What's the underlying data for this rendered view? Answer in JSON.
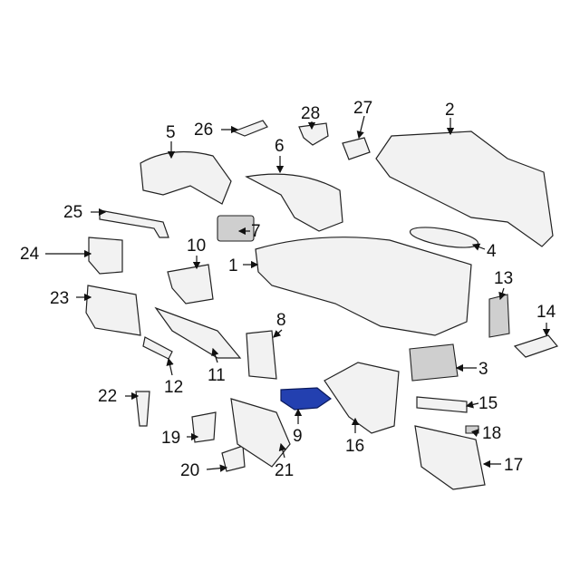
{
  "diagram": {
    "callouts": {
      "c1": "1",
      "c2": "2",
      "c3": "3",
      "c4": "4",
      "c5": "5",
      "c6": "6",
      "c7": "7",
      "c8": "8",
      "c9": "9",
      "c10": "10",
      "c11": "11",
      "c12": "12",
      "c13": "13",
      "c14": "14",
      "c15": "15",
      "c16": "16",
      "c17": "17",
      "c18": "18",
      "c19": "19",
      "c20": "20",
      "c21": "21",
      "c22": "22",
      "c23": "23",
      "c24": "24",
      "c25": "25",
      "c26": "26",
      "c27": "27",
      "c28": "28"
    },
    "highlighted_part": "9",
    "highlight_color": "#2340b0"
  }
}
